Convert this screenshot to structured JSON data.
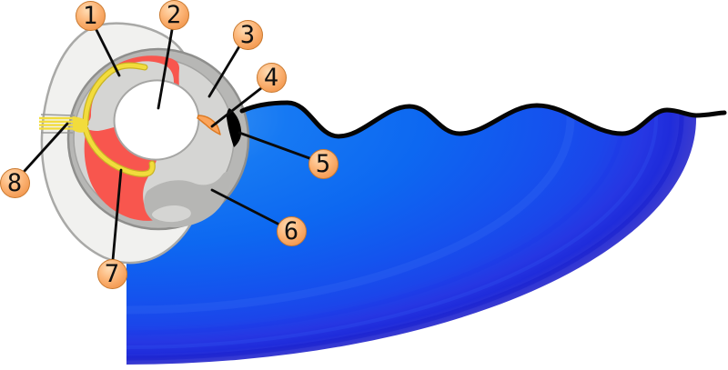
{
  "diagram": {
    "kind": "anatomical cross-section of an eye with a blue light cone entering through the pupil",
    "callouts": [
      {
        "number": "1"
      },
      {
        "number": "2"
      },
      {
        "number": "3"
      },
      {
        "number": "4"
      },
      {
        "number": "5"
      },
      {
        "number": "6"
      },
      {
        "number": "7"
      },
      {
        "number": "8"
      }
    ]
  },
  "colors": {
    "background": "#FFFFFF",
    "light_cone_inner_blue": "#4FA2F4",
    "light_cone_mid_blue": "#0D68F1",
    "light_cone_outer_blue": "#2637E3",
    "light_cone_rim_navy": "#1F2CDB",
    "wave_line_black": "#050505",
    "outer_capsule_white": "#F1F1EF",
    "capsule_border_gray": "#A9A9A7",
    "sclera_ring_gray": "#B7B7B5",
    "interior_light_gray": "#D5D5D3",
    "vitreous_swirl_gray": "#B6B6B4",
    "choroid_red": "#F8564E",
    "retina_yellow": "#F2DC3C",
    "retina_yellow_edge": "#C9B425",
    "lens_white": "#FFFFFF",
    "falciform_orange": "#FBA45B",
    "falciform_border_orange": "#DE7A22",
    "pupil_slit_black": "#000000",
    "callout_fill_orange": "#F9A86A",
    "callout_border_orange": "#C9792F",
    "callout_text": "#111111",
    "label_line_black": "#0A0A0A"
  }
}
